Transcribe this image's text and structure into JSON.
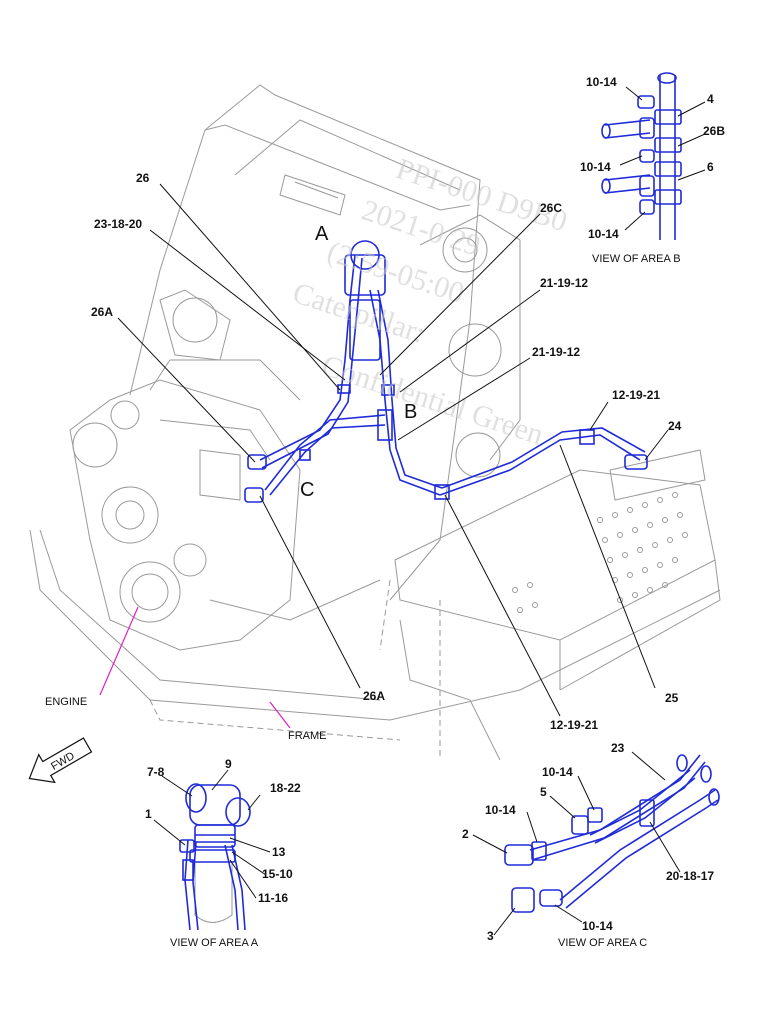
{
  "watermark": {
    "lines": [
      "PPI-000 D9B0",
      "2021-0 29",
      "(2:59-05:00",
      "Caterpillar:",
      "Confidential Green"
    ]
  },
  "area_markers": {
    "a": "A",
    "b": "B",
    "c": "C"
  },
  "main_labels": {
    "l26": "26",
    "l23_18_20": "23-18-20",
    "l26a_top": "26A",
    "l26c": "26C",
    "l21_19_12_a": "21-19-12",
    "l21_19_12_b": "21-19-12",
    "l12_19_21_top": "12-19-21",
    "l24": "24",
    "l25": "25",
    "l12_19_21_bottom": "12-19-21",
    "l26a_bottom": "26A",
    "engine": "ENGINE",
    "frame": "FRAME",
    "fwd": "FWD"
  },
  "view_b": {
    "caption": "VIEW OF AREA B",
    "labels": [
      "10-14",
      "4",
      "26B",
      "10-14",
      "6",
      "10-14"
    ]
  },
  "view_a": {
    "caption": "VIEW OF AREA A",
    "labels": [
      "7-8",
      "9",
      "18-22",
      "1",
      "13",
      "15-10",
      "11-16"
    ]
  },
  "view_c": {
    "caption": "VIEW OF AREA C",
    "labels": [
      "23",
      "10-14",
      "5",
      "10-14",
      "2",
      "20-18-17",
      "3",
      "10-14"
    ]
  },
  "colors": {
    "hose": "#1f2bd8",
    "line_art": "#9a9a9a",
    "pointer": "#e020c0",
    "text": "#111111"
  }
}
